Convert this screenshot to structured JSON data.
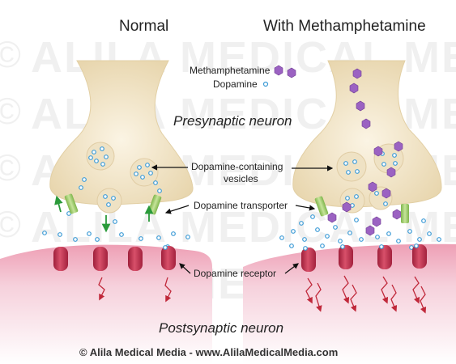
{
  "titles": {
    "left": "Normal",
    "right": "With Methamphetamine"
  },
  "legend": {
    "meth": "Methamphetamine",
    "dopamine": "Dopamine"
  },
  "labels": {
    "presynaptic": "Presynaptic neuron",
    "vesicles_line1": "Dopamine-containing",
    "vesicles_line2": "vesicles",
    "transporter": "Dopamine transporter",
    "receptor": "Dopamine receptor",
    "postsynaptic": "Postsynaptic neuron"
  },
  "watermark": {
    "text": "ALILA MEDICAL MEDIA",
    "symbol": "©"
  },
  "footer": "© Alila Medical Media - www.AlilaMedicalMedia.com",
  "colors": {
    "neuron": "#f3e6c8",
    "neuron_edge": "#dcc9a0",
    "post_neuron": "#f2c4d0",
    "receptor": "#c2304d",
    "transporter": "#9ccf6a",
    "meth": "#9b62c2",
    "dopamine_fill": "#ffffff",
    "dopamine_edge": "#3c9bd6",
    "arrow_green": "#2a9a3a",
    "arrow_red": "#c0283a"
  }
}
